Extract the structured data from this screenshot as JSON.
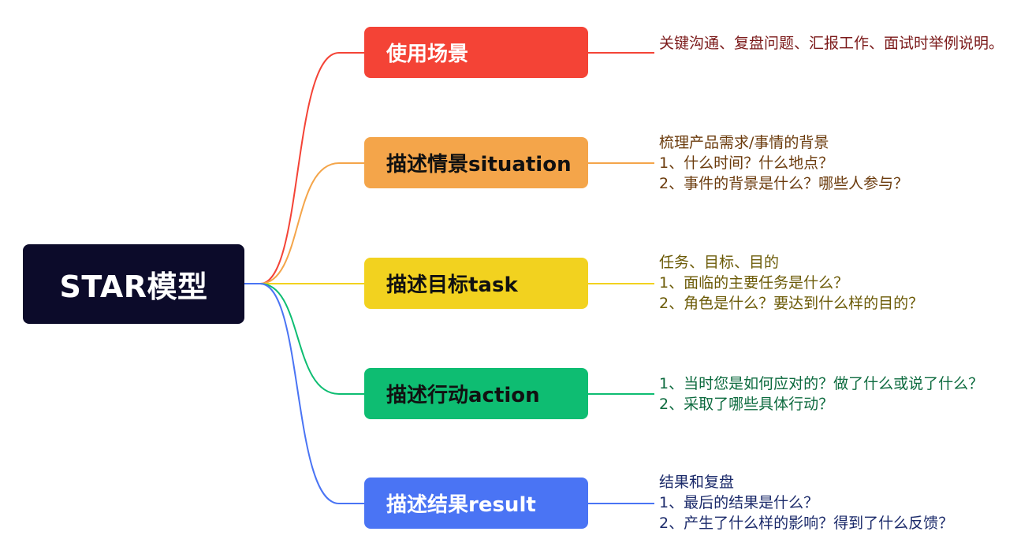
{
  "root": {
    "label": "STAR模型"
  },
  "branches": [
    {
      "label": "使用场景",
      "color": "#f44336",
      "text_color": "#ffffff",
      "note_color": "#7b1a1a",
      "notes": "关键沟通、复盘问题、汇报工作、面试时举例说明。"
    },
    {
      "label": "描述情景situation",
      "color": "#f4a54a",
      "text_color": "#111111",
      "note_color": "#6b3b0c",
      "notes": "梳理产品需求/事情的背景\n1、什么时间？什么地点？\n2、事件的背景是什么？哪些人参与？"
    },
    {
      "label": "描述目标task",
      "color": "#f2d21f",
      "text_color": "#111111",
      "note_color": "#6b5a06",
      "notes": "任务、目标、目的\n1、面临的主要任务是什么？\n2、角色是什么？要达到什么样的目的？"
    },
    {
      "label": "描述行动action",
      "color": "#0ebd72",
      "text_color": "#111111",
      "note_color": "#0c6a3e",
      "notes": "1、当时您是如何应对的？做了什么或说了什么？\n2、采取了哪些具体行动？"
    },
    {
      "label": "描述结果result",
      "color": "#4a74f4",
      "text_color": "#ffffff",
      "note_color": "#1b2a6a",
      "notes": "结果和复盘\n1、最后的结果是什么？\n2、产生了什么样的影响？得到了什么反馈？"
    }
  ]
}
